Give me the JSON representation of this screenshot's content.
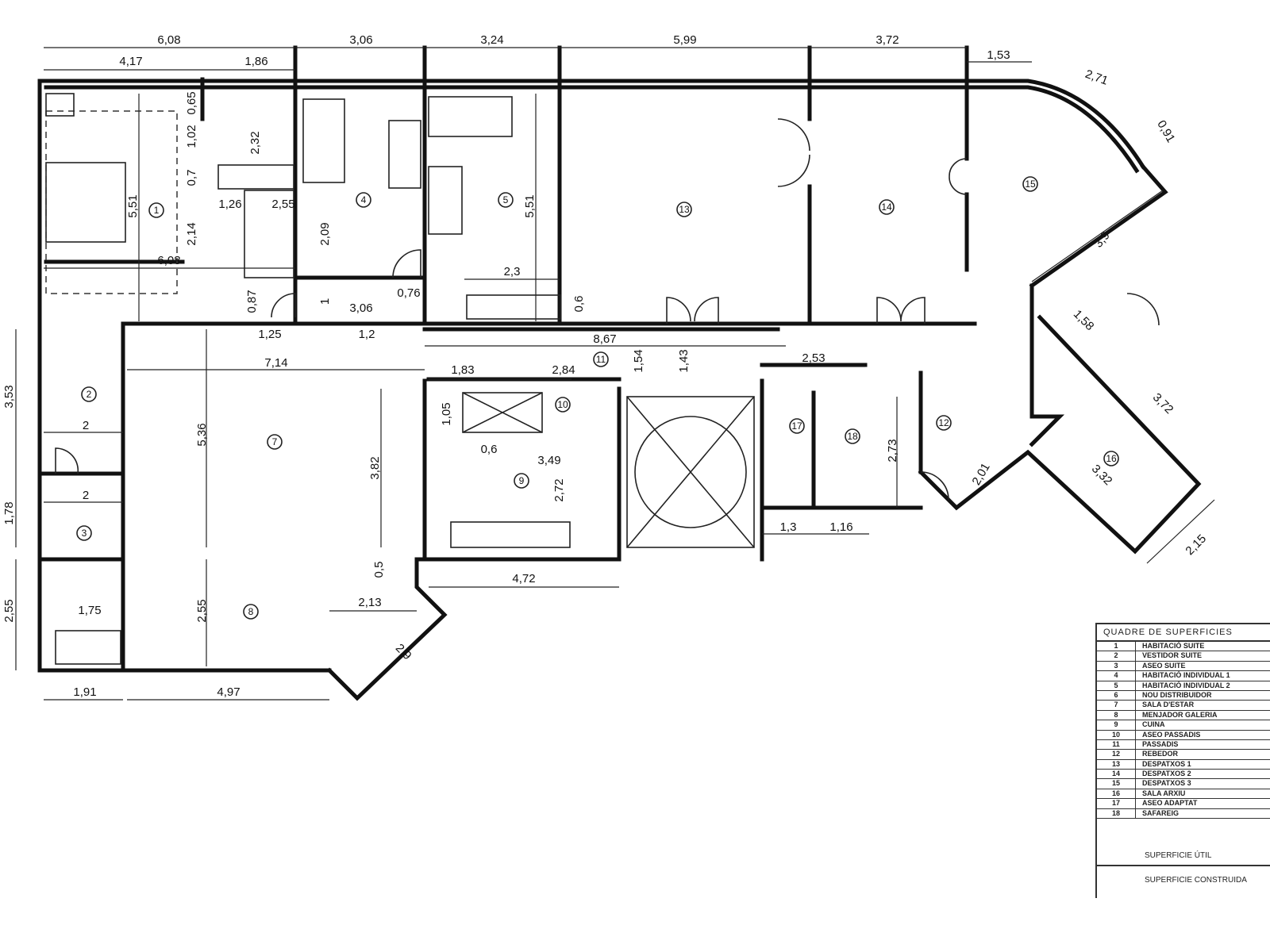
{
  "rooms": [
    "1",
    "2",
    "3",
    "4",
    "5",
    "7",
    "8",
    "9",
    "10",
    "11",
    "12",
    "13",
    "14",
    "15",
    "16",
    "17",
    "18"
  ],
  "dimensions": [
    "6,08",
    "3,06",
    "3,24",
    "5,99",
    "3,72",
    "4,17",
    "1,86",
    "1,53",
    "2,71",
    "0,91",
    "5,51",
    "6,08",
    "0,65",
    "1,02",
    "2,32",
    "0,7",
    "2,14",
    "1,26",
    "2,55",
    "2,09",
    "0,87",
    "1",
    "3,06",
    "0,76",
    "1,25",
    "1,2",
    "5,51",
    "2,3",
    "0,6",
    "8,67",
    "1,54",
    "1,43",
    "2,53",
    "7,14",
    "1,83",
    "2,84",
    "3,53",
    "2",
    "1,05",
    "5,36",
    "3,82",
    "0,6",
    "3,49",
    "2,72",
    "2,73",
    "2,01",
    "3,72",
    "3,9",
    "1,58",
    "3,32",
    "2,15",
    "2",
    "1,78",
    "1,3",
    "1,16",
    "4,72",
    "0,5",
    "2,13",
    "1,75",
    "2,55",
    "2,55",
    "2,9",
    "1,91",
    "4,97"
  ],
  "legend": {
    "title": "QUADRE DE SUPERFICIES",
    "items": [
      {
        "num": "1",
        "name": "HABITACIÓ SUITE"
      },
      {
        "num": "2",
        "name": "VESTIDOR SUITE"
      },
      {
        "num": "3",
        "name": "ASEO SUITE"
      },
      {
        "num": "4",
        "name": "HABITACIÓ INDIVIDUAL 1"
      },
      {
        "num": "5",
        "name": "HABITACIÓ INDIVIDUAL 2"
      },
      {
        "num": "6",
        "name": "NOU DISTRIBUIDOR"
      },
      {
        "num": "7",
        "name": "SALA D'ESTAR"
      },
      {
        "num": "8",
        "name": "MENJADOR GALERIA"
      },
      {
        "num": "9",
        "name": "CUINA"
      },
      {
        "num": "10",
        "name": "ASEO PASSADIS"
      },
      {
        "num": "11",
        "name": "PASSADIS"
      },
      {
        "num": "12",
        "name": "REBEDOR"
      },
      {
        "num": "13",
        "name": "DESPATXOS 1"
      },
      {
        "num": "14",
        "name": "DESPATXOS 2"
      },
      {
        "num": "15",
        "name": "DESPATXOS 3"
      },
      {
        "num": "16",
        "name": "SALA ARXIU"
      },
      {
        "num": "17",
        "name": "ASEO ADAPTAT"
      },
      {
        "num": "18",
        "name": "SAFAREIG"
      }
    ],
    "useful_surface": "SUPERFICIE ÚTIL",
    "built_surface": "SUPERFICIE CONSTRUIDA"
  }
}
